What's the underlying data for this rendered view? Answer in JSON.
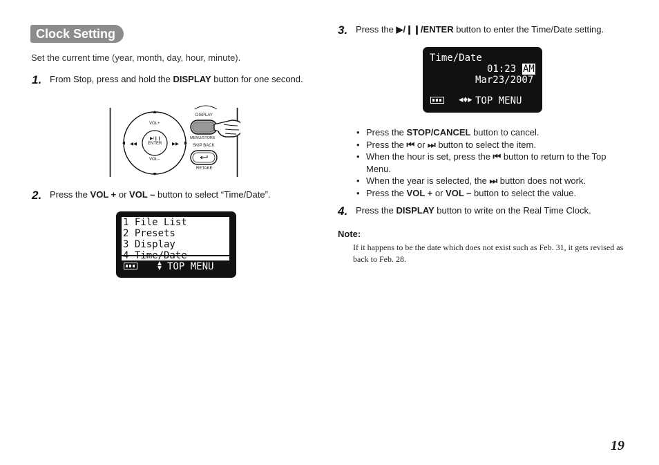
{
  "section_title": "Clock Setting",
  "intro": "Set the current time (year, month, day, hour, minute).",
  "steps": [
    {
      "num": "1.",
      "pre": "From Stop, press and hold the ",
      "bold1": "DISPLAY",
      "post": " button for one second."
    },
    {
      "num": "2.",
      "pre": "Press the ",
      "bold1": "VOL +",
      "mid": " or ",
      "bold2": "VOL –",
      "post": " button to select “Time/Date”."
    },
    {
      "num": "3.",
      "pre": "Press the ",
      "bold1": "▶/❙❙/ENTER",
      "post": " button to enter the Time/Date setting."
    },
    {
      "num": "4.",
      "pre": "Press the ",
      "bold1": "DISPLAY",
      "post": " button to write on the Real Time Clock."
    }
  ],
  "remote": {
    "vol_plus": "VOL+",
    "enter": "ENTER",
    "play_pause": "▶/❙❙",
    "vol_minus": "VOL–",
    "display": "DISPLAY",
    "menu_store": "MENU/STORE",
    "skip_back": "SKIP BACK",
    "retake": "RETAKE"
  },
  "lcd_menu": {
    "items": [
      "1 File List",
      "2 Presets",
      "3 Display",
      "4 Time/Date"
    ],
    "selected_index": 3,
    "footer": "TOP MENU"
  },
  "lcd_time": {
    "title": "Time/Date",
    "time": "01:23",
    "ampm": "AM",
    "date": "Mar23/2007",
    "footer": "TOP MENU"
  },
  "bullets": [
    {
      "pre": "Press the ",
      "bold": "STOP/CANCEL",
      "post": " button to cancel."
    },
    {
      "pre": "Press the ",
      "bold": "⏮",
      "mid": " or ",
      "bold2": "⏭",
      "post": " button to select the item."
    },
    {
      "pre": "When the hour is set, press the ",
      "bold": "⏮",
      "post": " button to return to the Top Menu."
    },
    {
      "pre": "When the year is selected, the ",
      "bold": "⏭",
      "post": " button does not work."
    },
    {
      "pre": "Press the ",
      "bold": "VOL +",
      "mid": " or ",
      "bold2": "VOL –",
      "post": " button to select the value."
    }
  ],
  "note_label": "Note:",
  "note_text": "If it happens to be the date which does not exist such as Feb. 31, it gets revised as back to Feb. 28.",
  "page_number": "19",
  "colors": {
    "pill": "#8c8c8c",
    "lcd_frame": "#111111"
  }
}
